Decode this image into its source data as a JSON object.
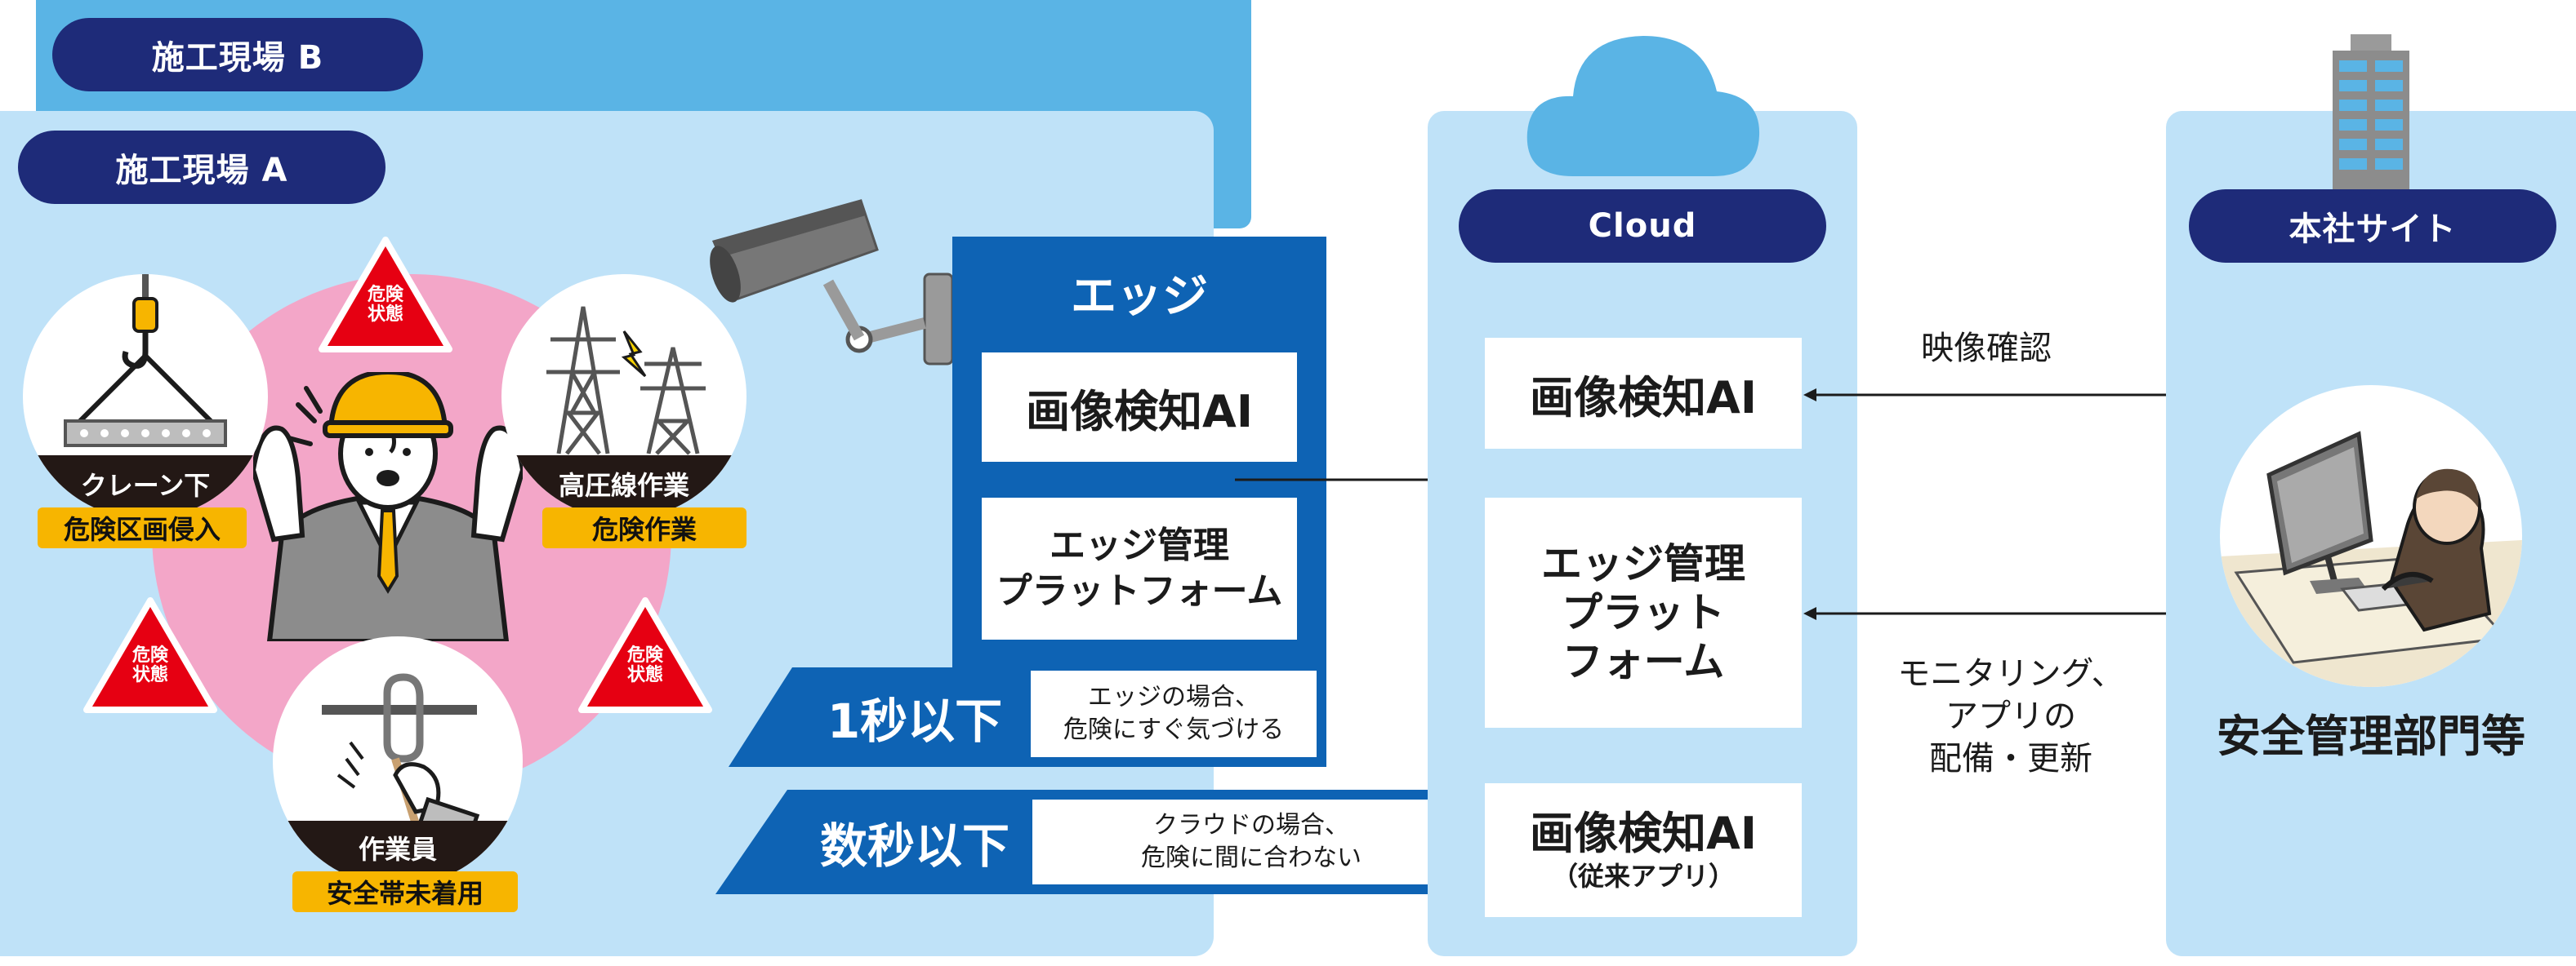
{
  "site_b": {
    "label": "施工現場 B"
  },
  "site_a": {
    "label": "施工現場 A"
  },
  "hazards": {
    "warning_label": "危険\n状態",
    "crane": {
      "line1": "クレーン下",
      "line2": "危険区画侵入"
    },
    "power": {
      "line1": "高圧線作業",
      "line2": "危険作業"
    },
    "worker": {
      "line1": "作業員",
      "line2": "安全帯未着用"
    }
  },
  "edge": {
    "title": "エッジ",
    "ai_box": "画像検知AI",
    "platform_box": "エッジ管理\nプラットフォーム",
    "speed": "1秒以下",
    "speed_note": "エッジの場合、\n危険にすぐ気づける"
  },
  "cloud_speed": {
    "speed": "数秒以下",
    "note": "クラウドの場合、\n危険に間に合わない"
  },
  "cloud": {
    "label": "Cloud",
    "ai_box": "画像検知AI",
    "platform_box": "エッジ管理\nプラット\nフォーム",
    "legacy_box": "画像検知AI",
    "legacy_sub": "（従来アプリ）"
  },
  "hq": {
    "label": "本社サイト",
    "dept": "安全管理部門等"
  },
  "arrows": {
    "video_check": "映像確認",
    "monitoring": "モニタリング、\nアプリの\n配備・更新"
  },
  "colors": {
    "light_blue": "#bfe2f8",
    "mid_blue": "#5ab4e5",
    "edge_blue": "#0e63b4",
    "navy": "#1e2b79",
    "pink": "#f3a6c8",
    "warning_red": "#e60012",
    "yellow": "#f7b500"
  }
}
